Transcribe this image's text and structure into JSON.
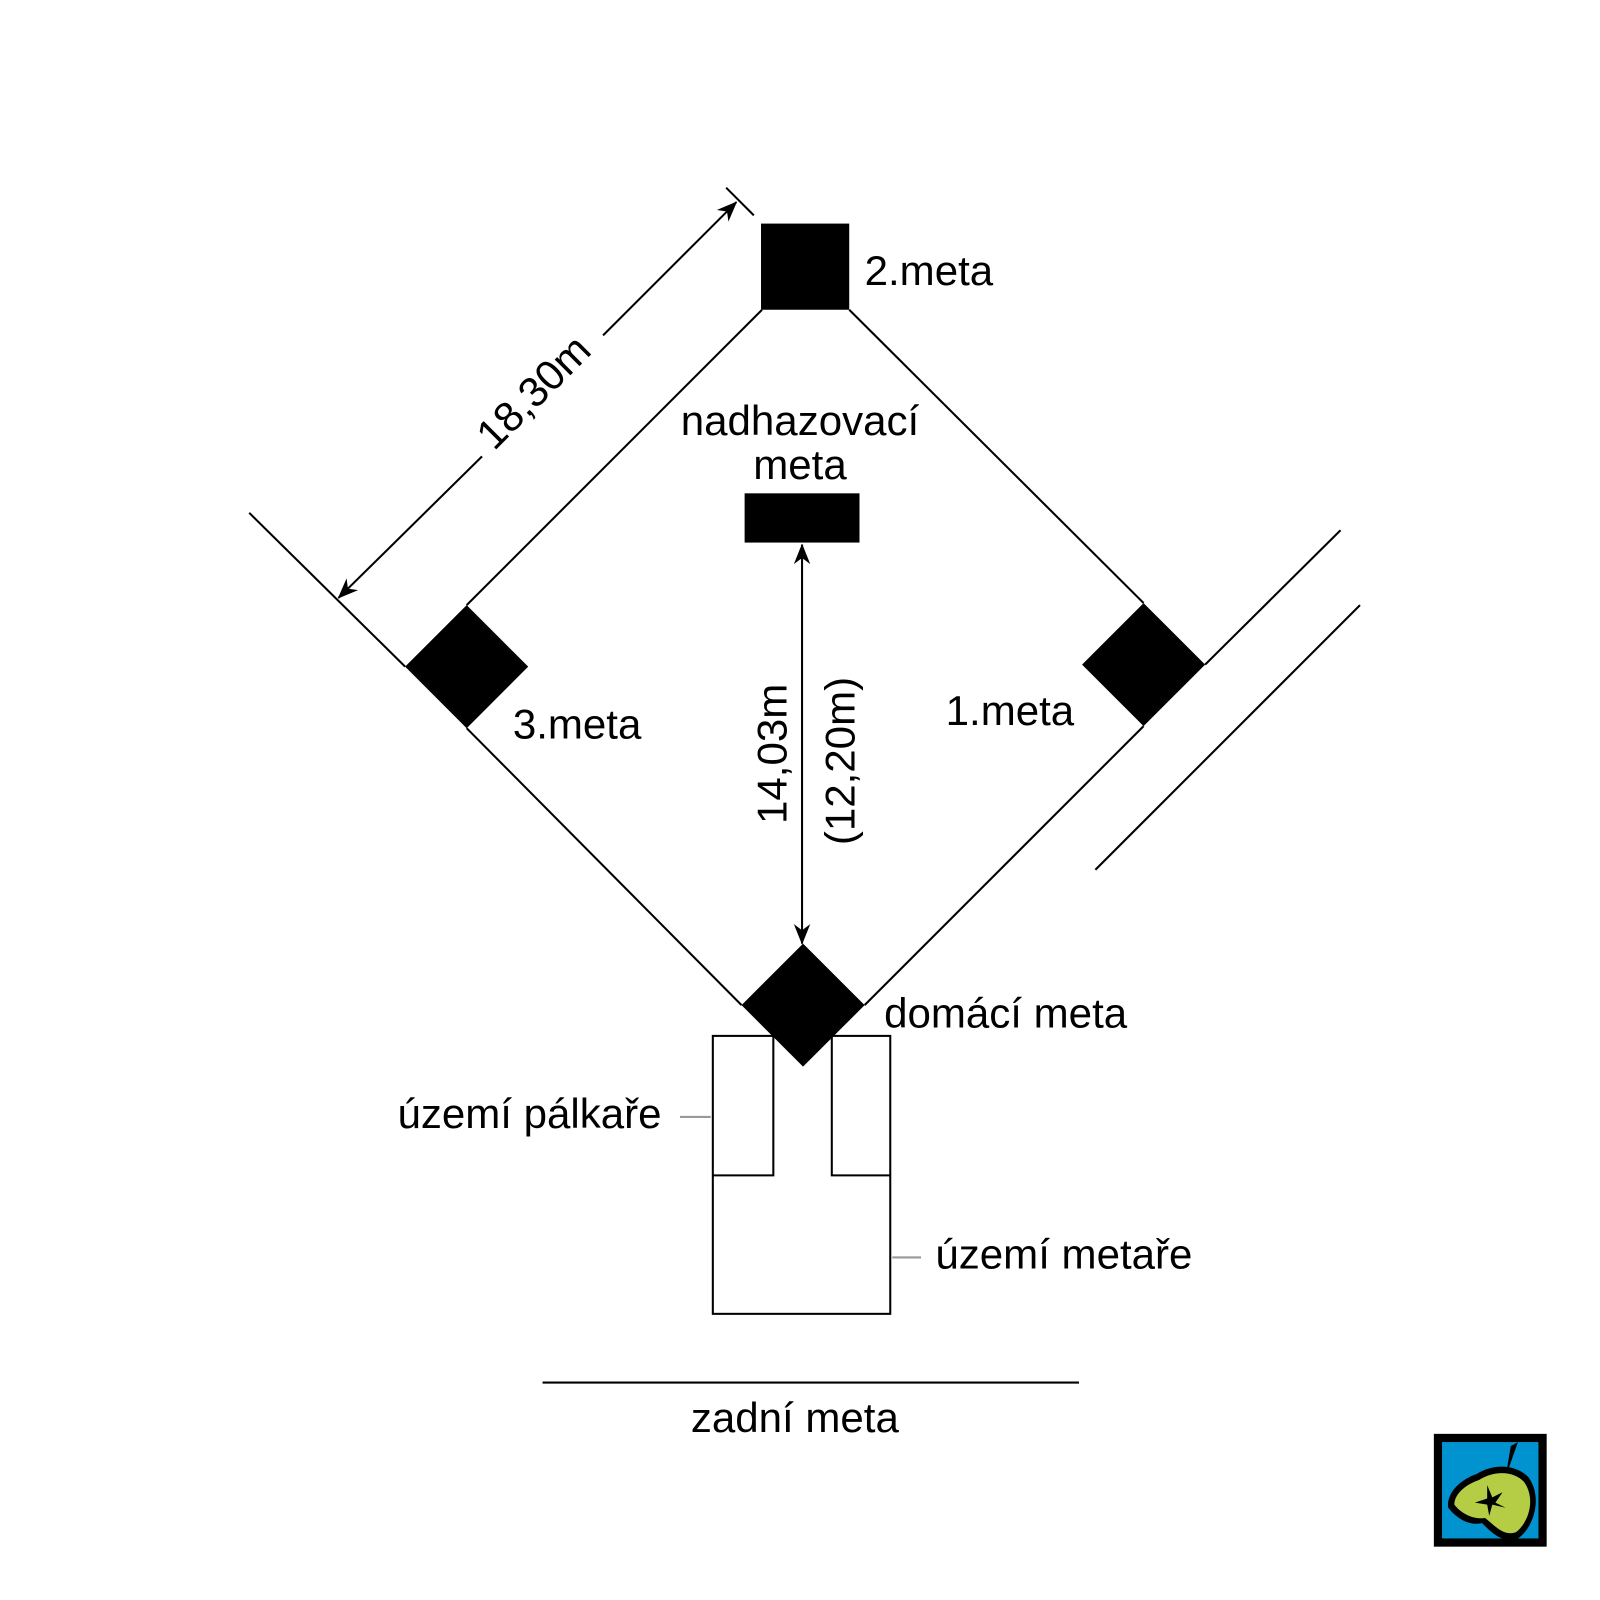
{
  "labels": {
    "second_base": "2.meta",
    "pitcher_line1": "nadhazovací",
    "pitcher_line2": "meta",
    "third_base": "3.meta",
    "first_base": "1.meta",
    "home_base": "domácí meta",
    "batter_area": "území pálkaře",
    "catcher_area": "území metaře",
    "back_base": "zadní meta"
  },
  "dimensions": {
    "base_distance": "18,30m",
    "pitch_distance": "14,03m",
    "pitch_distance_alt": "(12,20m)"
  },
  "logo": {
    "name": "apple-logo",
    "colors": {
      "frame": "#000000",
      "background": "#0093d0",
      "apple": "#b5cc45"
    }
  }
}
